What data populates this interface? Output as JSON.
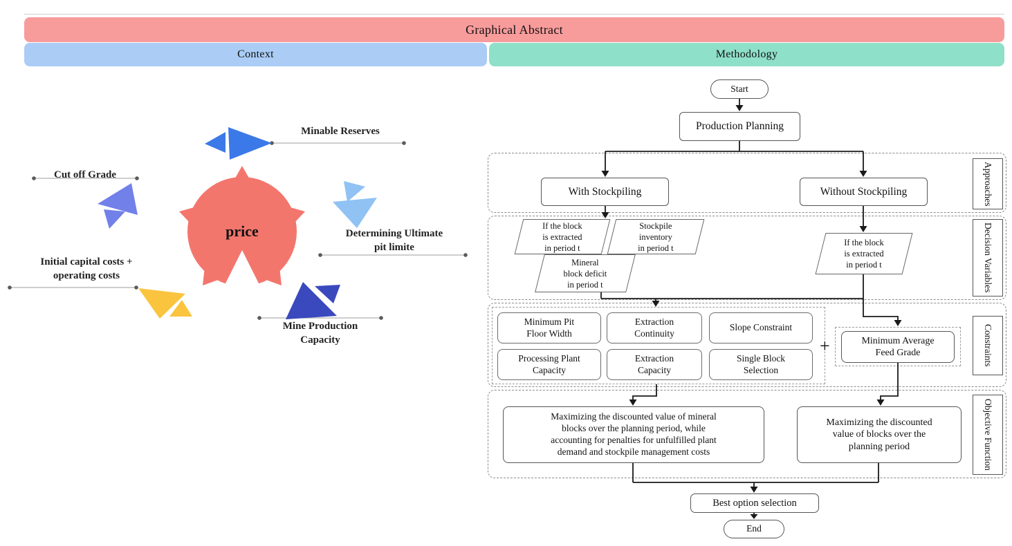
{
  "header": {
    "title": "Graphical Abstract",
    "context": "Context",
    "methodology": "Methodology"
  },
  "colors": {
    "banner_red": "#f89b9b",
    "banner_blue": "#aaccf5",
    "banner_green": "#8fe0c8",
    "center_burst": "#f3766d",
    "tri_blue": "#3c79e8",
    "tri_periwinkle": "#7280ea",
    "tri_lightblue": "#90c2f4",
    "tri_yellow": "#fac43e",
    "tri_navy": "#3a49bd"
  },
  "mindmap": {
    "center": "price",
    "minable_reserves": "Minable Reserves",
    "cut_off_grade": "Cut off Grade",
    "ultimate_pit": "Determining Ultimate\npit limite",
    "capital_costs": "Initial capital costs +\noperating costs",
    "mine_capacity": "Mine Production\nCapacity"
  },
  "sections": {
    "approaches": "Approaches",
    "decision_variables": "Decision Variables",
    "constraints": "Constraints",
    "objective_function": "Objective Function"
  },
  "flowchart": {
    "start": "Start",
    "production_planning": "Production Planning",
    "with_stockpiling": "With Stockpiling",
    "without_stockpiling": "Without Stockpiling",
    "dv_extracted_left": "If the block\nis extracted\nin period t",
    "dv_stockpile_inventory": "Stockpile\ninventory\nin period t",
    "dv_block_deficit": "Mineral\nblock deficit\nin period t",
    "dv_extracted_right": "If the block\nis extracted\nin period t",
    "constraints": [
      "Minimum Pit\nFloor Width",
      "Extraction\nContinuity",
      "Slope Constraint",
      "Processing Plant\nCapacity",
      "Extraction\nCapacity",
      "Single Block\nSelection"
    ],
    "plus": "+",
    "min_avg_feed_grade": "Minimum Average\nFeed Grade",
    "objective_with": "Maximizing the discounted value of mineral\nblocks over the planning period, while\naccounting for penalties for unfulfilled plant\ndemand and stockpile management costs",
    "objective_without": "Maximizing the discounted\nvalue of blocks over the\nplanning period",
    "best_option": "Best option selection",
    "end": "End"
  }
}
